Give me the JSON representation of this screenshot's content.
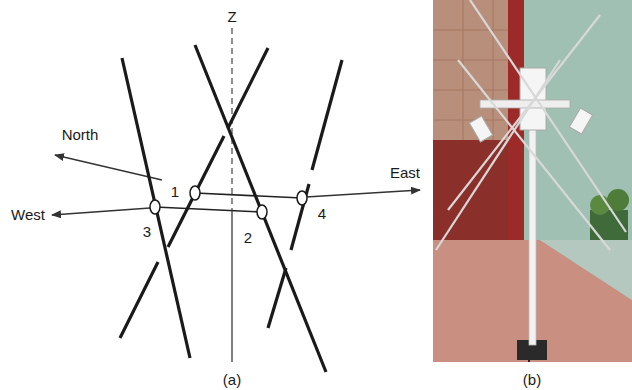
{
  "diagram": {
    "labels": [
      "Z",
      "North",
      "West",
      "East",
      "1",
      "3",
      "2",
      "4",
      "(a)",
      "(b)"
    ]
  }
}
